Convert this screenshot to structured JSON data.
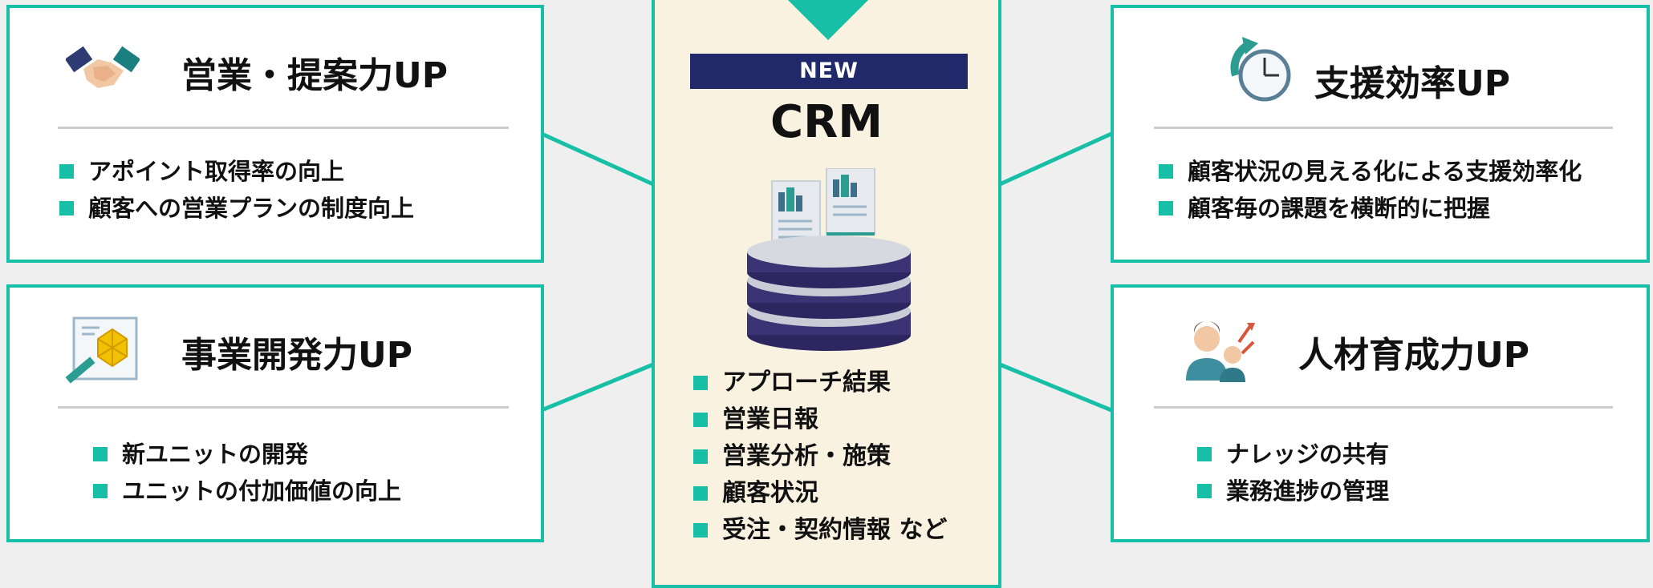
{
  "center": {
    "badge": "NEW",
    "title": "CRM",
    "items": [
      "アプローチ結果",
      "営業日報",
      "営業分析・施策",
      "顧客状況",
      "受注・契約情報 など"
    ]
  },
  "cards": {
    "sales": {
      "title": "営業・提案力UP",
      "items": [
        "アポイント取得率の向上",
        "顧客への営業プランの制度向上"
      ]
    },
    "bizdev": {
      "title": "事業開発力UP",
      "items": [
        "新ユニットの開発",
        "ユニットの付加価値の向上"
      ]
    },
    "support": {
      "title": "支援効率UP",
      "items": [
        "顧客状況の見える化による支援効率化",
        "顧客毎の課題を横断的に把握"
      ]
    },
    "hr": {
      "title": "人材育成力UP",
      "items": [
        "ナレッジの共有",
        "業務進捗の管理"
      ]
    }
  },
  "colors": {
    "accent": "#17bfa7",
    "badge": "#21296b",
    "center_bg": "#faf2e1",
    "page_bg": "#efefef"
  },
  "icons": [
    "handshake-icon",
    "chart-board-icon",
    "clock-icon",
    "people-growth-icon",
    "database-icon",
    "document-icon"
  ]
}
